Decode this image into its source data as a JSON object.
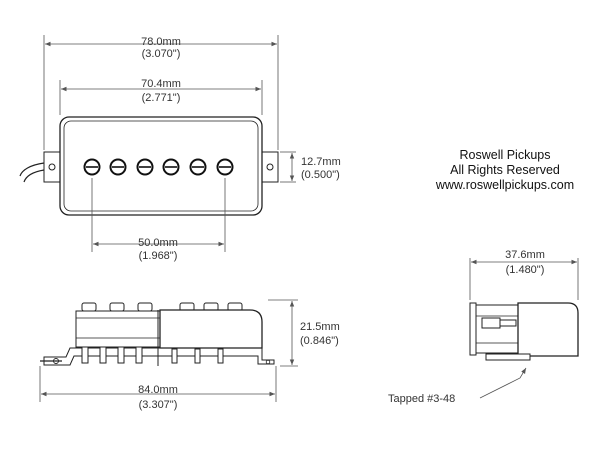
{
  "dimensions": {
    "overall_width": {
      "mm": "78.0mm",
      "inch": "(3.070\")"
    },
    "cover_width": {
      "mm": "70.4mm",
      "inch": "(2.771\")"
    },
    "height_top": {
      "mm": "12.7mm",
      "inch": "(0.500\")"
    },
    "pole_spacing": {
      "mm": "50.0mm",
      "inch": "(1.968\")"
    },
    "side_height": {
      "mm": "21.5mm",
      "inch": "(0.846\")"
    },
    "base_length": {
      "mm": "84.0mm",
      "inch": "(3.307\")"
    },
    "end_width": {
      "mm": "37.6mm",
      "inch": "(1.480\")"
    }
  },
  "brand": {
    "name": "Roswell Pickups",
    "rights": "All Rights Reserved",
    "website": "www.roswellpickups.com"
  },
  "annotation": {
    "tapped": "Tapped #3-48"
  },
  "colors": {
    "line": "#222222",
    "dimension": "#555555",
    "background": "#ffffff"
  }
}
